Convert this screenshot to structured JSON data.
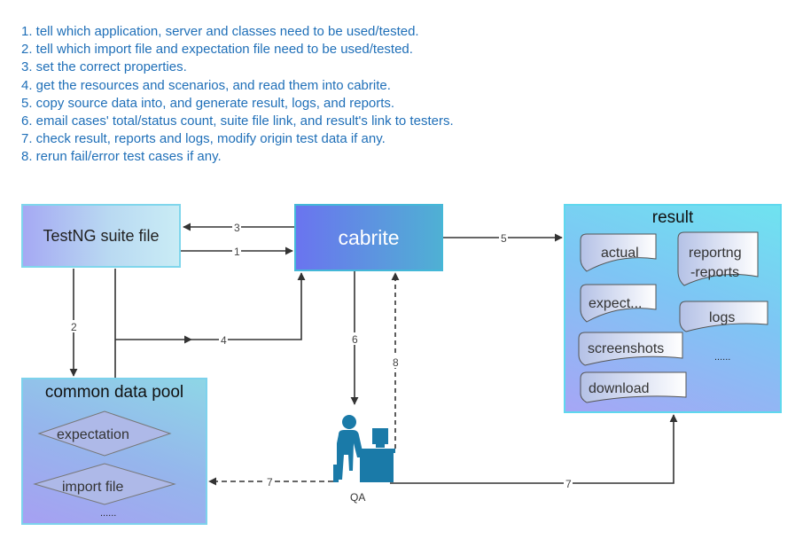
{
  "steps": [
    "1. tell which application, server and classes need to be used/tested.",
    "2. tell which import file and expectation file need to be used/tested.",
    "3. set the correct properties.",
    "4. get the resources and scenarios, and read them into cabrite.",
    "5. copy source data into, and generate result, logs, and reports.",
    "6. email cases' total/status count, suite file link, and result's link to testers.",
    "7. check result, reports and logs, modify origin test data if any.",
    "8. rerun fail/error test cases if any."
  ],
  "nodes": {
    "testng": "TestNG suite file",
    "cabrite": "cabrite",
    "result": "result",
    "pool": "common data pool",
    "qa": "QA"
  },
  "result_items": {
    "actual": "actual",
    "reportng_1": "reportng",
    "reportng_2": "-reports",
    "expect": "expect...",
    "logs": "logs",
    "screenshots": "screenshots",
    "more": "......",
    "download": "download"
  },
  "pool_items": {
    "expectation": "expectation",
    "import": "import file",
    "more": "......"
  },
  "edges": {
    "e1": "1",
    "e2": "2",
    "e3": "3",
    "e4": "4",
    "e5": "5",
    "e6": "6",
    "e7a": "7",
    "e7b": "7",
    "e8": "8"
  },
  "colors": {
    "steps_text": "#1f6fb8",
    "arrow": "#333333",
    "qa_icon": "#1a7aa8"
  }
}
